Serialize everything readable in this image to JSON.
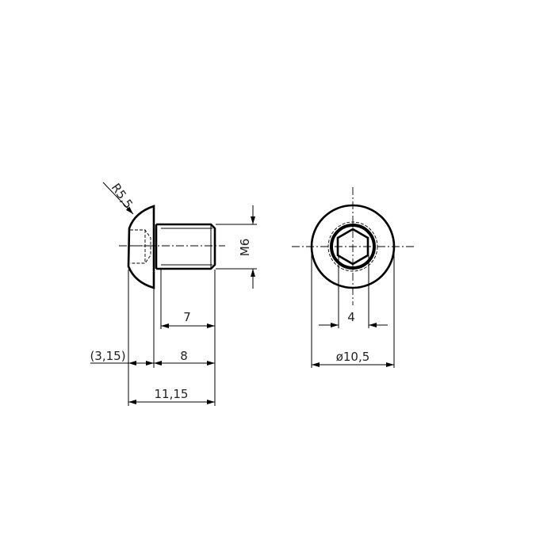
{
  "side_view": {
    "radius_label": "R5,5",
    "thread_label": "M6",
    "thread_length_label": "7",
    "head_height_label": "(3,15)",
    "shank_length_label": "8",
    "total_length_label": "11,15"
  },
  "end_view": {
    "socket_label": "4",
    "head_diameter_label": "ø10,5"
  }
}
